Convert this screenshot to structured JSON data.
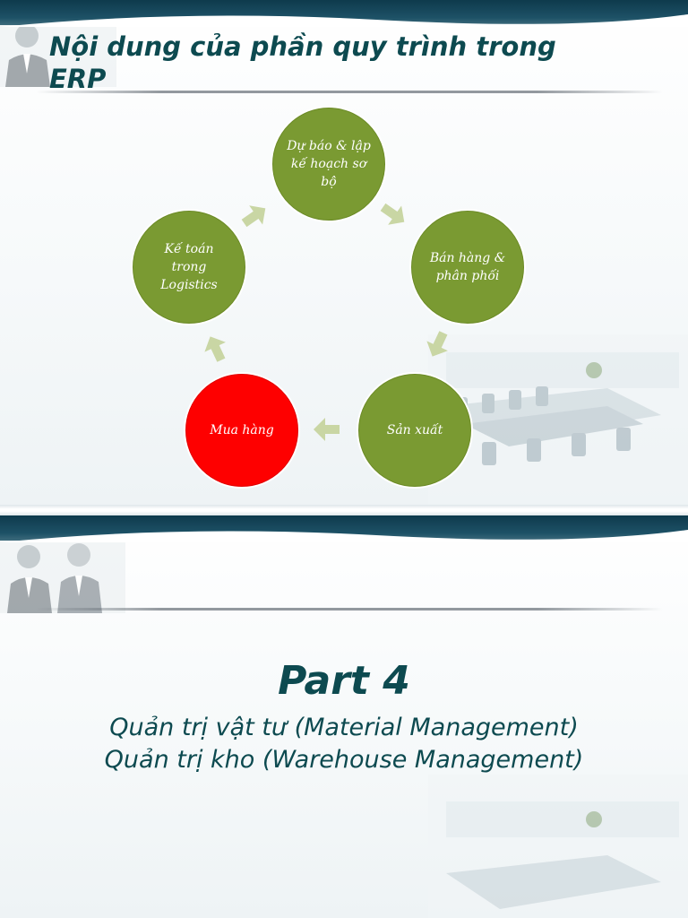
{
  "slide1": {
    "title": "Nội dung của phần quy trình trong ERP",
    "cycle": [
      {
        "label": "Dự báo & lập kế hoạch sơ bộ",
        "color": "#7a9a32"
      },
      {
        "label": "Bán hàng & phân phối",
        "color": "#7a9a32"
      },
      {
        "label": "Sản xuất",
        "color": "#7a9a32"
      },
      {
        "label": "Mua hàng",
        "color": "#fe0000"
      },
      {
        "label": "Kế toán trong Logistics",
        "color": "#7a9a32"
      }
    ],
    "arrow_color": "#c9d6a4"
  },
  "slide2": {
    "title": "Part 4",
    "lines": [
      "Quản trị vật tư (Material Management)",
      "Quản trị kho (Warehouse Management)"
    ]
  },
  "colors": {
    "title_text": "#0d4a50",
    "header_band": "#0e3a4c"
  }
}
